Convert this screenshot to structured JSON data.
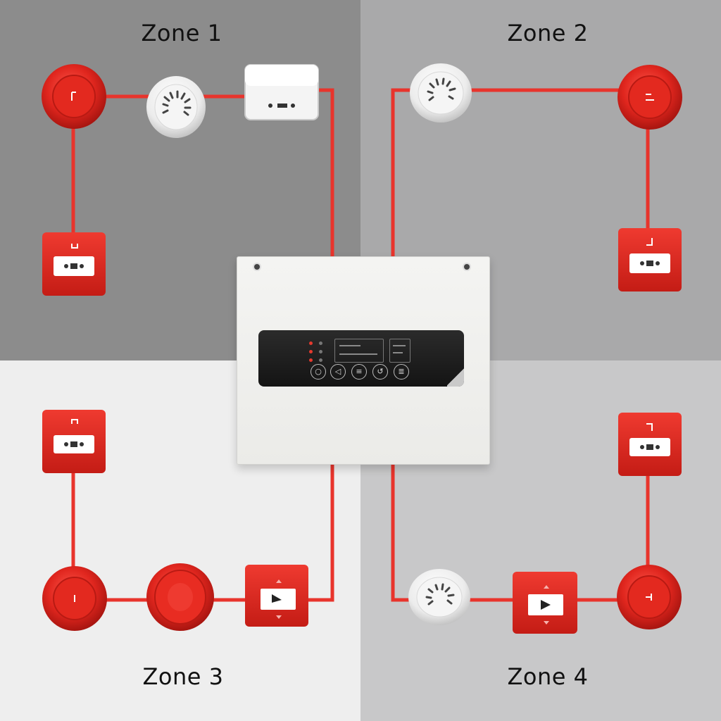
{
  "zones": [
    {
      "label": "Zone 1"
    },
    {
      "label": "Zone 2"
    },
    {
      "label": "Zone 3"
    },
    {
      "label": "Zone 4"
    }
  ],
  "colors": {
    "zone1_bg": "#8c8c8c",
    "zone2_bg": "#a9a9aa",
    "zone3_bg": "#eeeeee",
    "zone4_bg": "#c8c8c9",
    "wire": "#e8342c",
    "device_red": "#e0261e",
    "device_white": "#f2f2f2"
  },
  "panel": {
    "name": "fire-alarm-control-panel",
    "button_icons": [
      "power-icon",
      "silence-icon",
      "menu-icon",
      "reset-icon",
      "evacuate-icon"
    ]
  },
  "devices": [
    {
      "zone": 1,
      "type": "sounder",
      "icon": "sounder-icon"
    },
    {
      "zone": 1,
      "type": "smoke-detector",
      "icon": "smoke-detector-icon"
    },
    {
      "zone": 1,
      "type": "interface-module",
      "icon": "module-icon"
    },
    {
      "zone": 1,
      "type": "call-point",
      "icon": "call-point-icon"
    },
    {
      "zone": 2,
      "type": "smoke-detector",
      "icon": "smoke-detector-icon"
    },
    {
      "zone": 2,
      "type": "sounder",
      "icon": "sounder-icon"
    },
    {
      "zone": 2,
      "type": "call-point",
      "icon": "call-point-icon"
    },
    {
      "zone": 3,
      "type": "call-point",
      "icon": "call-point-icon"
    },
    {
      "zone": 3,
      "type": "sounder",
      "icon": "sounder-icon"
    },
    {
      "zone": 3,
      "type": "beacon",
      "icon": "beacon-icon"
    },
    {
      "zone": 3,
      "type": "call-point",
      "icon": "call-point-icon"
    },
    {
      "zone": 4,
      "type": "call-point",
      "icon": "call-point-icon"
    },
    {
      "zone": 4,
      "type": "smoke-detector",
      "icon": "smoke-detector-icon"
    },
    {
      "zone": 4,
      "type": "call-point",
      "icon": "call-point-icon"
    },
    {
      "zone": 4,
      "type": "sounder",
      "icon": "sounder-icon"
    }
  ]
}
